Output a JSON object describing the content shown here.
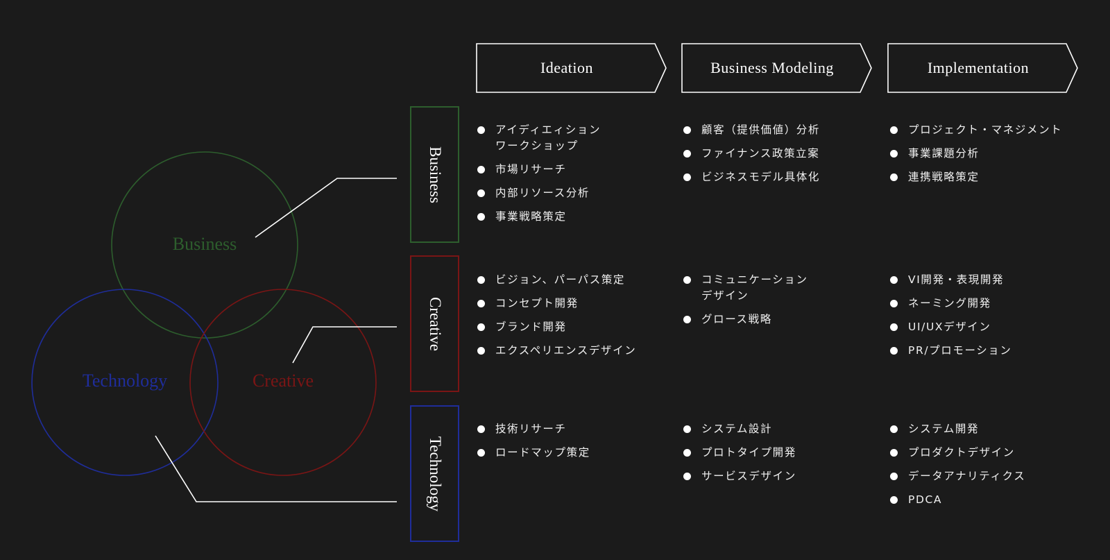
{
  "colors": {
    "background": "#1b1b1b",
    "business": "#2d5e2d",
    "creative": "#7a1515",
    "technology": "#1f2d9a",
    "line": "#ffffff"
  },
  "venn": {
    "business": "Business",
    "creative": "Creative",
    "technology": "Technology"
  },
  "phases": [
    "Ideation",
    "Business Modeling",
    "Implementation"
  ],
  "rows": [
    {
      "label": "Business",
      "cells": [
        [
          "アイディエィション\nワークショップ",
          "市場リサーチ",
          "内部リソース分析",
          "事業戦略策定"
        ],
        [
          "顧客（提供価値）分析",
          "ファイナンス政策立案",
          "ビジネスモデル具体化"
        ],
        [
          "プロジェクト・マネジメント",
          "事業課題分析",
          "連携戦略策定"
        ]
      ]
    },
    {
      "label": "Creative",
      "cells": [
        [
          "ビジョン、パーパス策定",
          "コンセプト開発",
          "ブランド開発",
          "エクスペリエンスデザイン"
        ],
        [
          "コミュニケーション\nデザイン",
          "グロース戦略"
        ],
        [
          "VI開発・表現開発",
          "ネーミング開発",
          "UI/UXデザイン",
          "PR/プロモーション"
        ]
      ]
    },
    {
      "label": "Technology",
      "cells": [
        [
          "技術リサーチ",
          "ロードマップ策定"
        ],
        [
          "システム設計",
          "プロトタイプ開発",
          "サービスデザイン"
        ],
        [
          "システム開発",
          "プロダクトデザイン",
          "データアナリティクス",
          "PDCA"
        ]
      ]
    }
  ]
}
